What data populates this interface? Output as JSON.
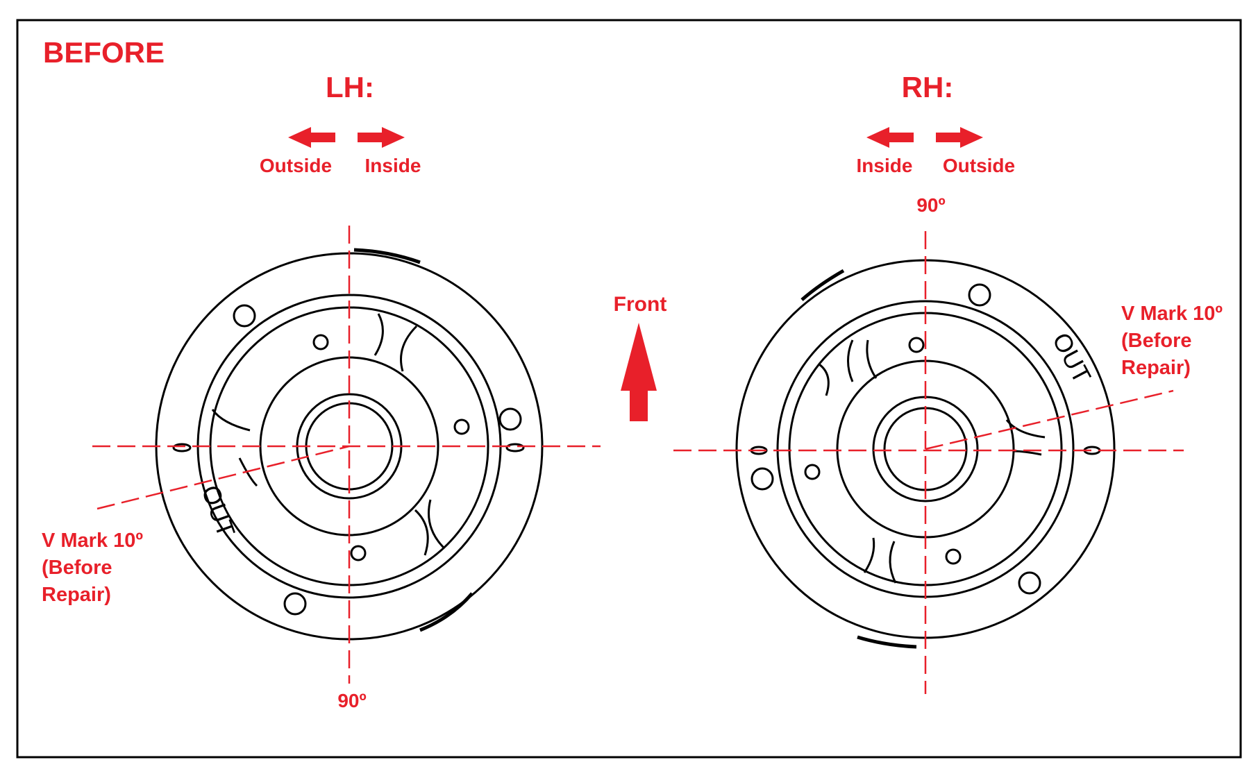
{
  "title": "BEFORE",
  "colors": {
    "accent": "#e8202a",
    "line": "#000000"
  },
  "front_label": "Front",
  "left_view": {
    "heading": "LH:",
    "arrow_left_label": "Outside",
    "arrow_right_label": "Inside",
    "angle_label": "90º",
    "stamp_text": "OUT",
    "v_mark_lines": [
      "V Mark 10º",
      "(Before",
      "Repair)"
    ]
  },
  "right_view": {
    "heading": "RH:",
    "arrow_left_label": "Inside",
    "arrow_right_label": "Outside",
    "angle_label": "90º",
    "stamp_text": "OUT",
    "v_mark_lines": [
      "V Mark 10º",
      "(Before",
      "Repair)"
    ]
  }
}
